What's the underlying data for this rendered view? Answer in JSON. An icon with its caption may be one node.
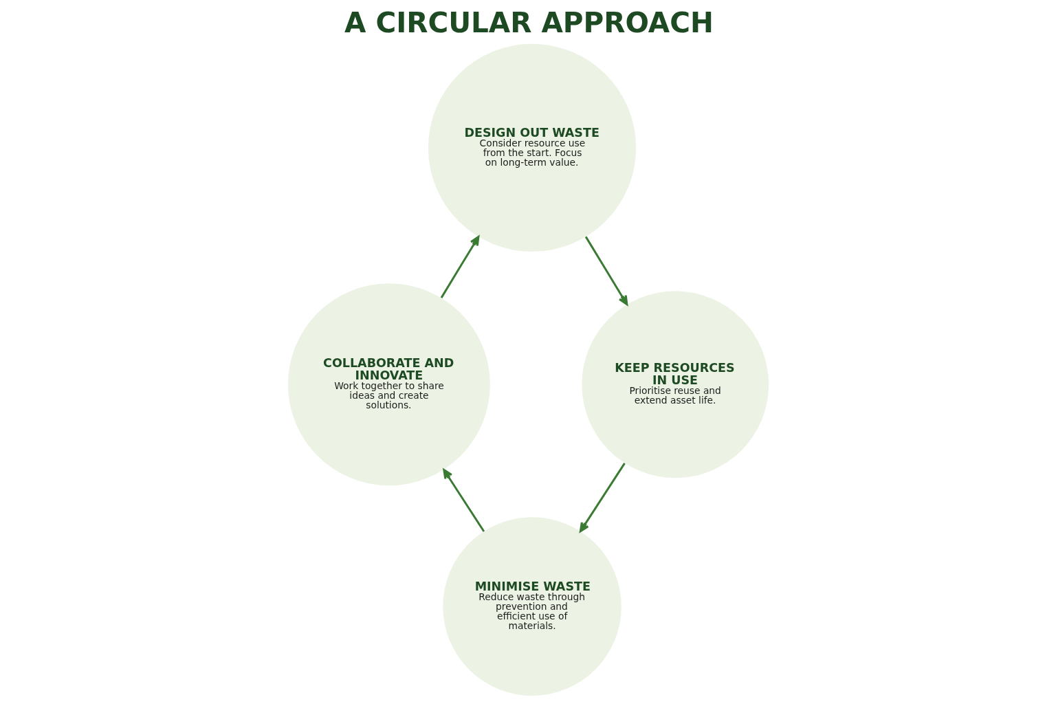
{
  "diagram": {
    "title": "A CIRCULAR APPROACH",
    "nodes": [
      {
        "text": [
          "DESIGN OUT WASTE",
          "Consider resource use from the start. Focus on long-term value."
        ]
      },
      {
        "text": [
          "KEEP RESOURCES IN USE",
          "Prioritise reuse and extend asset life."
        ]
      },
      {
        "text": [
          "MINIMISE WASTE",
          "Reduce waste through prevention and efficient use of materials."
        ]
      },
      {
        "text": [
          "COLLABORATE AND INNOVATE",
          "Work together to share ideas and create solutions."
        ]
      }
    ],
    "edges": [
      {
        "from": 0,
        "to": 1,
        "arrow": "to"
      },
      {
        "from": 1,
        "to": 2,
        "arrow": "to"
      },
      {
        "from": 2,
        "to": 3,
        "arrow": "to"
      },
      {
        "from": 3,
        "to": 0,
        "arrow": "to"
      }
    ]
  }
}
